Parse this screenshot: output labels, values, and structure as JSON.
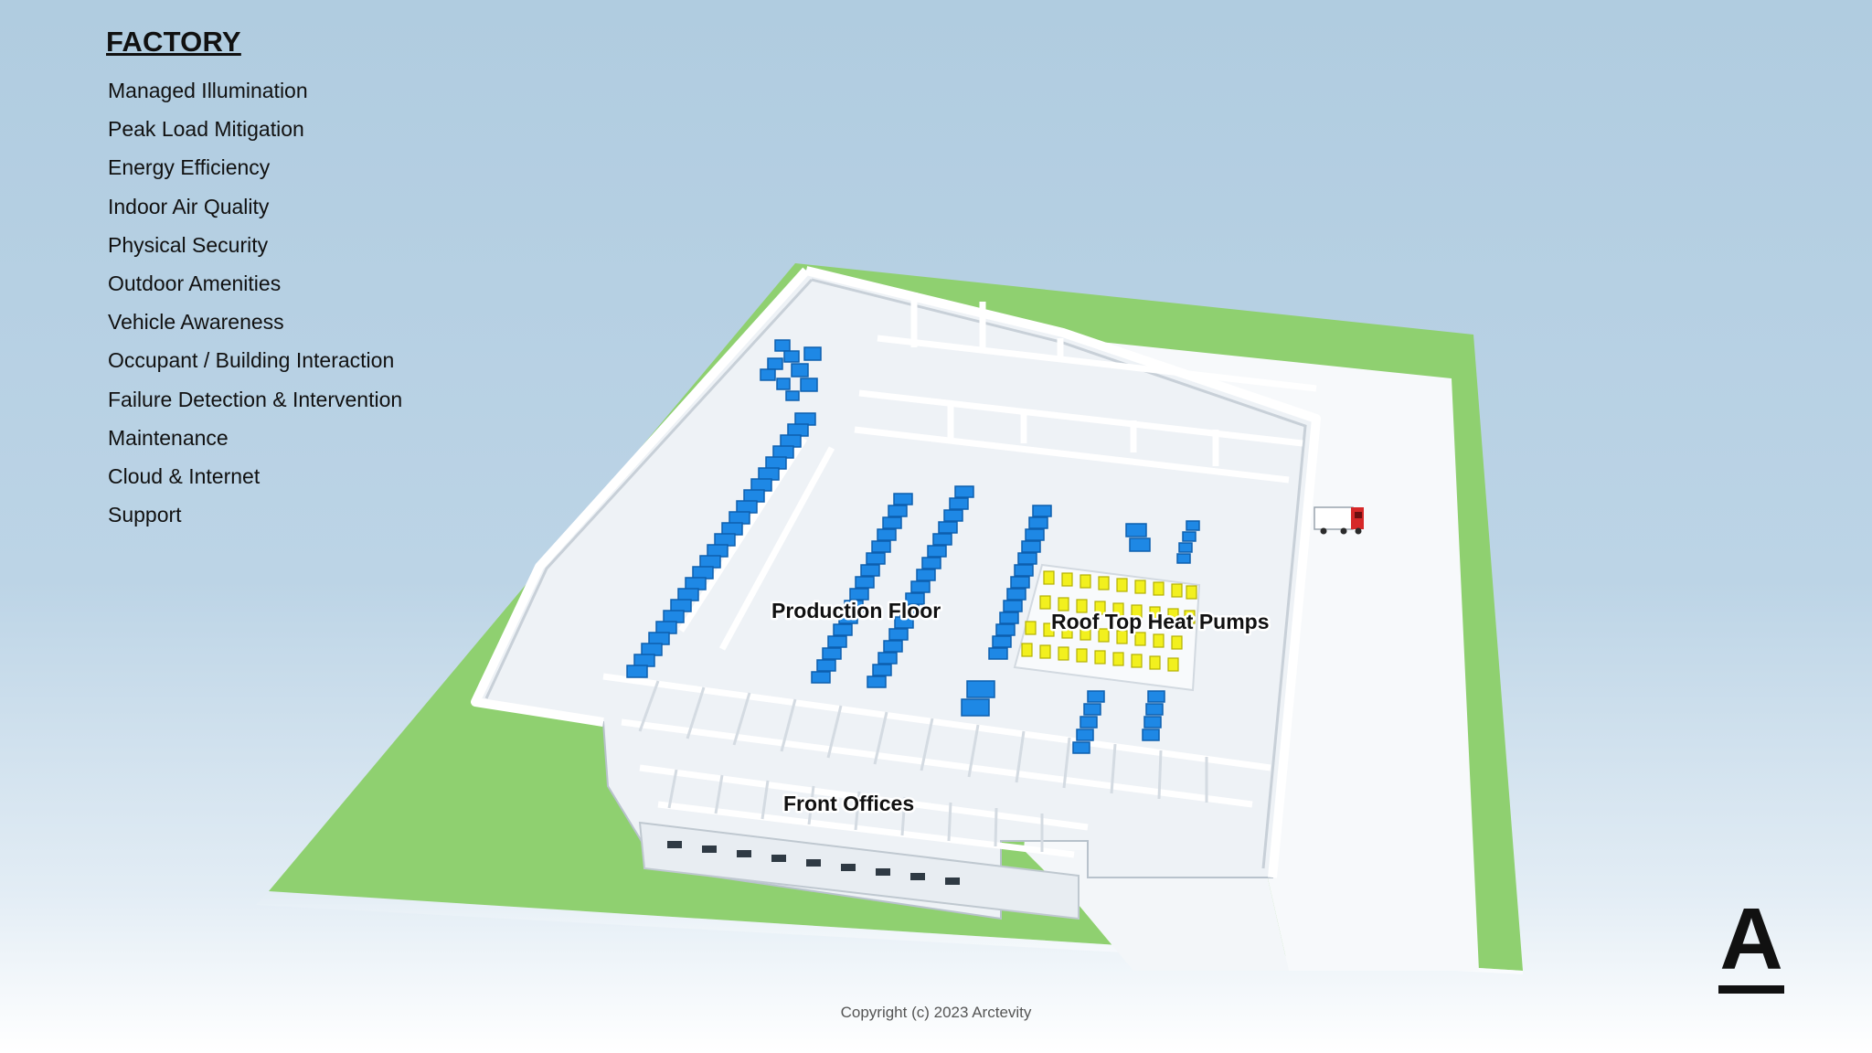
{
  "sidebar": {
    "title": "FACTORY",
    "items": [
      "Managed Illumination",
      "Peak Load Mitigation",
      "Energy Efficiency",
      "Indoor Air Quality",
      "Physical Security",
      "Outdoor Amenities",
      "Vehicle Awareness",
      "Occupant / Building Interaction",
      "Failure Detection & Intervention",
      "Maintenance",
      "Cloud & Internet",
      "Support"
    ]
  },
  "diagram": {
    "labels": {
      "production_floor": "Production Floor",
      "roof_top_heat_pumps": "Roof Top Heat Pumps",
      "front_offices": "Front Offices"
    }
  },
  "footer": {
    "copyright": "Copyright (c) 2023 Arctevity"
  },
  "brand": {
    "logo_letter": "A"
  },
  "colors": {
    "grass": "#8fd070",
    "building": "#f1f5f9",
    "equipment": "#1e88e5",
    "heat_pump": "#f2f01e",
    "truck": "#d62828"
  }
}
